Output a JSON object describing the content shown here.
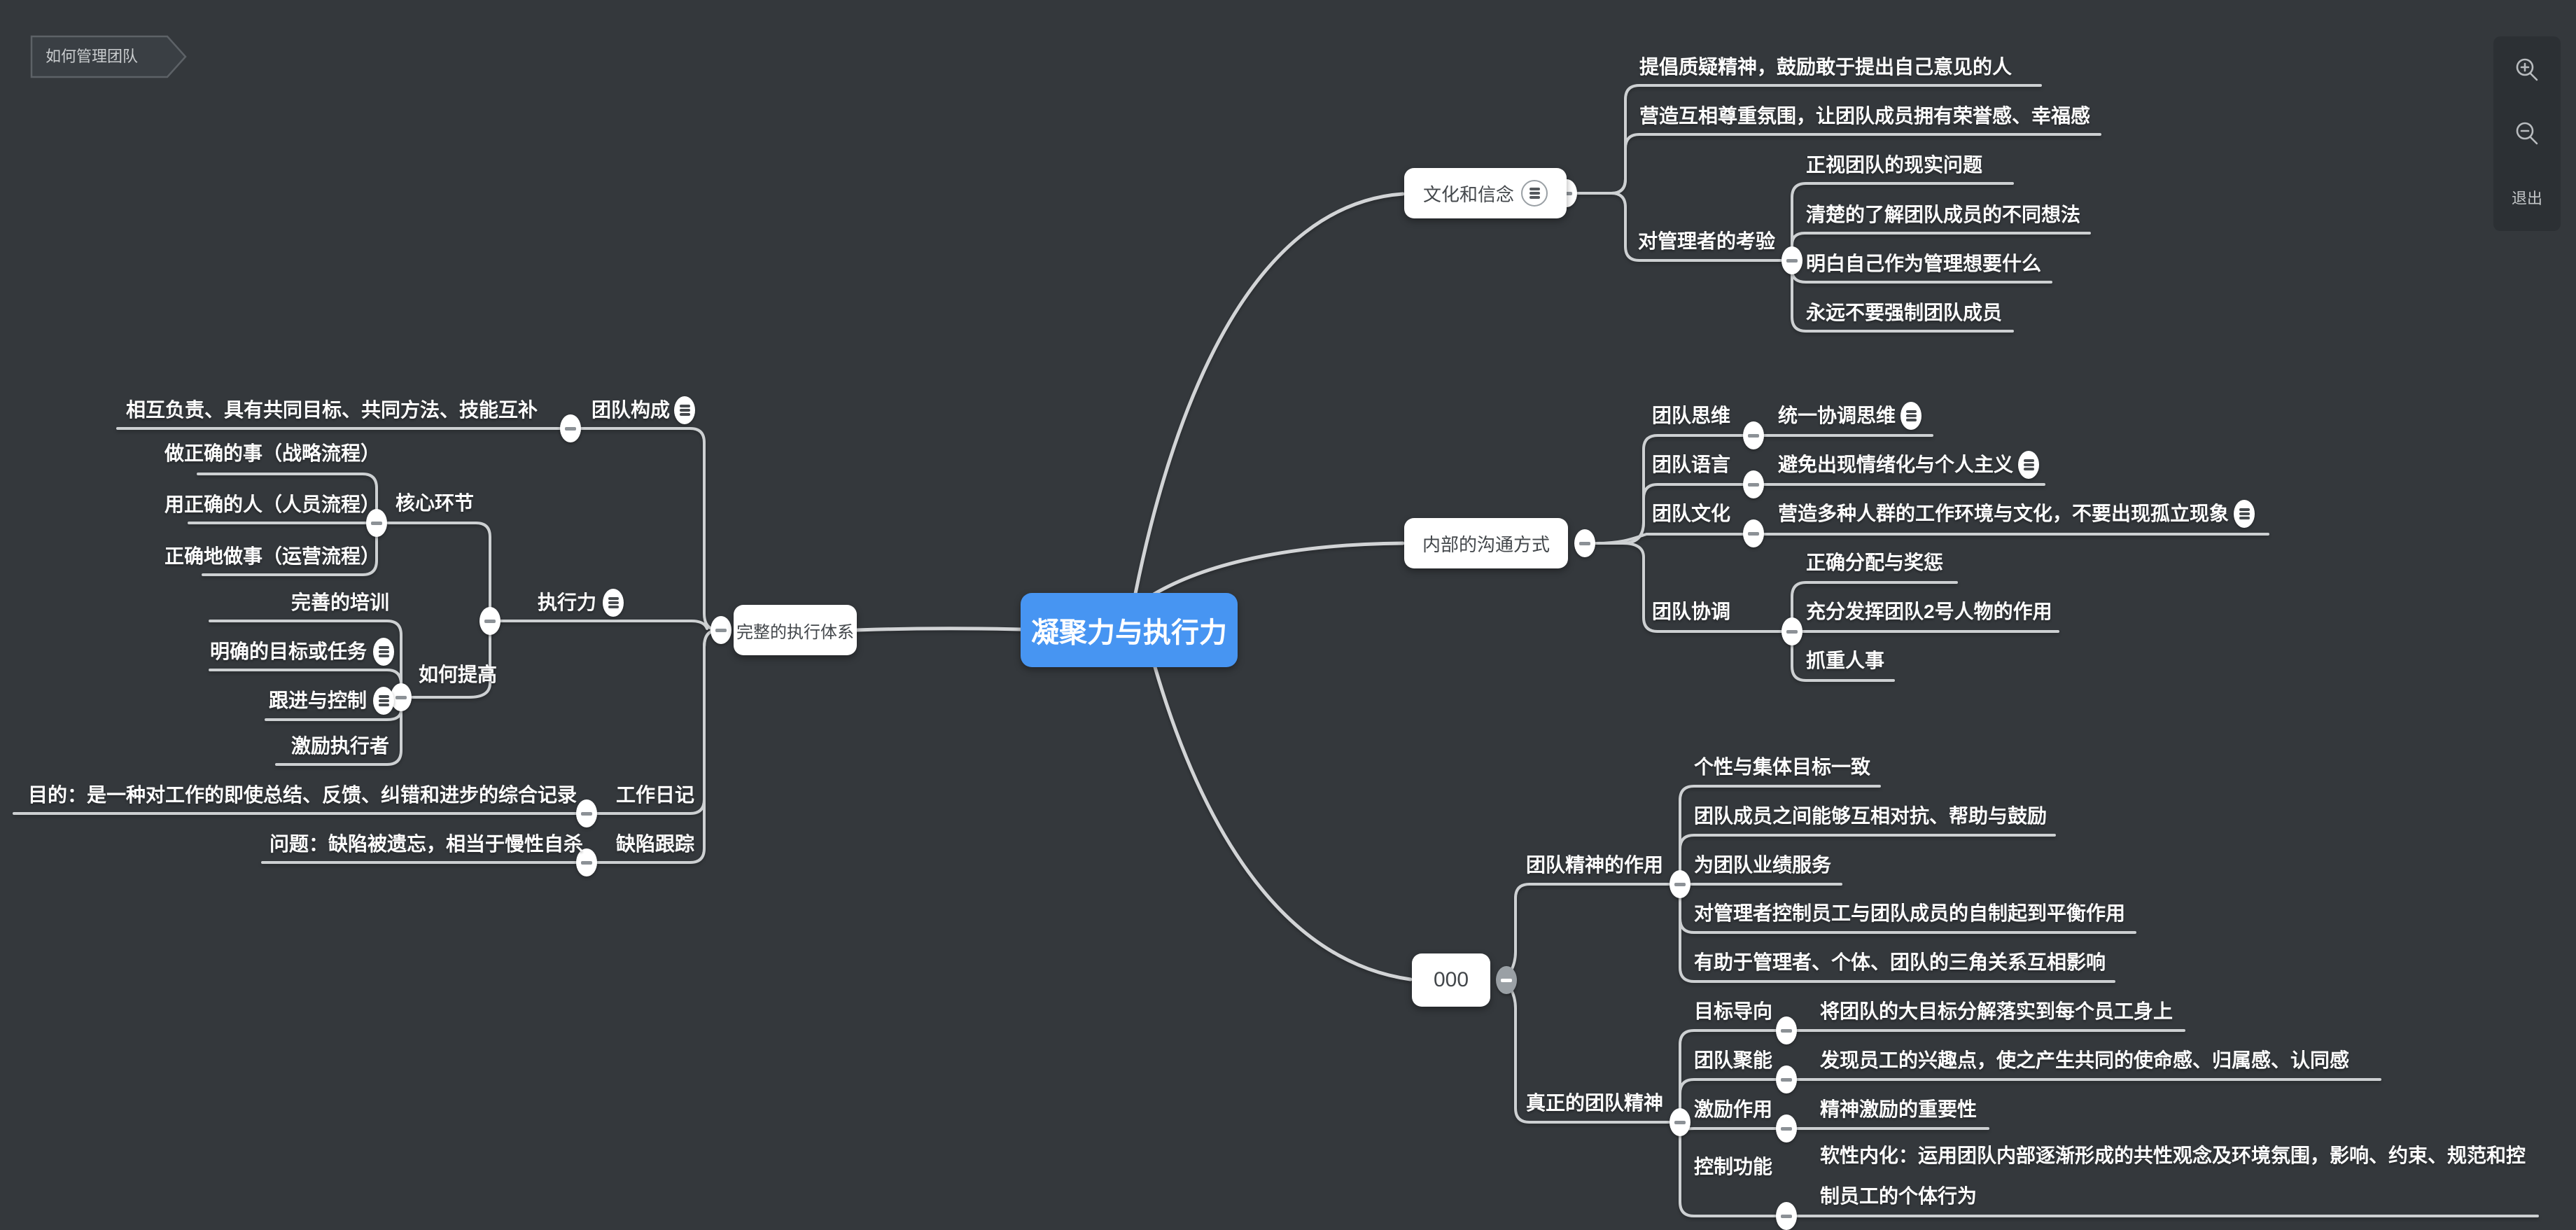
{
  "map": {
    "tab": "如何管理团队",
    "toolbar": {
      "exit": "退出"
    },
    "center": "凝聚力与执行力",
    "left": {
      "root": "完整的执行体系",
      "team_build": {
        "label": "团队构成",
        "child": "相互负责、具有共同目标、共同方法、技能互补"
      },
      "execution": {
        "label": "执行力",
        "core": {
          "label": "核心环节",
          "c1": "做正确的事（战略流程）",
          "c2": "用正确的人（人员流程）",
          "c3": "正确地做事（运营流程）"
        },
        "improve": {
          "label": "如何提高",
          "c1": "完善的培训",
          "c2": "明确的目标或任务",
          "c3": "跟进与控制",
          "c4": "激励执行者"
        }
      },
      "diary": {
        "label": "工作日记",
        "child": "目的：是一种对工作的即使总结、反馈、纠错和进步的综合记录"
      },
      "defect": {
        "label": "缺陷跟踪",
        "child": "问题：缺陷被遗忘，相当于慢性自杀"
      }
    },
    "right": {
      "culture": {
        "label": "文化和信念",
        "c1": "提倡质疑精神，鼓励敢于提出自己意见的人",
        "c2": "营造互相尊重氛围，让团队成员拥有荣誉感、幸福感",
        "test": {
          "label": "对管理者的考验",
          "c1": "正视团队的现实问题",
          "c2": "清楚的了解团队成员的不同想法",
          "c3": "明白自己作为管理想要什么",
          "c4": "永远不要强制团队成员"
        }
      },
      "comm": {
        "label": "内部的沟通方式",
        "r1": {
          "label": "团队思维",
          "text": "统一协调思维"
        },
        "r2": {
          "label": "团队语言",
          "text": "避免出现情绪化与个人主义"
        },
        "r3": {
          "label": "团队文化",
          "text": "营造多种人群的工作环境与文化，不要出现孤立现象"
        },
        "coord": {
          "label": "团队协调",
          "c1": "正确分配与奖惩",
          "c2": "充分发挥团队2号人物的作用",
          "c3": "抓重人事"
        }
      },
      "spirit": {
        "label": "000",
        "roles": {
          "label": "团队精神的作用",
          "c1": "个性与集体目标一致",
          "c2": "团队成员之间能够互相对抗、帮助与鼓励",
          "c3": "为团队业绩服务",
          "c4": "对管理者控制员工与团队成员的自制起到平衡作用",
          "c5": "有助于管理者、个体、团队的三角关系互相影响"
        },
        "real": {
          "label": "真正的团队精神",
          "r1": {
            "label": "目标导向",
            "text": "将团队的大目标分解落实到每个员工身上"
          },
          "r2": {
            "label": "团队聚能",
            "text": "发现员工的兴趣点，使之产生共同的使命感、归属感、认同感"
          },
          "r3": {
            "label": "激励作用",
            "text": "精神激励的重要性"
          },
          "r4": {
            "label": "控制功能",
            "text": "软性内化：运用团队内部逐渐形成的共性观念及环境氛围，影响、约束、规范和控制员工的个体行为"
          }
        }
      }
    },
    "colors": {
      "background": "#34383c",
      "line": "#d2d4d6",
      "center_fill": "#4795f2",
      "node_fill": "#ffffff",
      "node_text": "#43474b",
      "label_text": "#fdfdfd"
    }
  }
}
